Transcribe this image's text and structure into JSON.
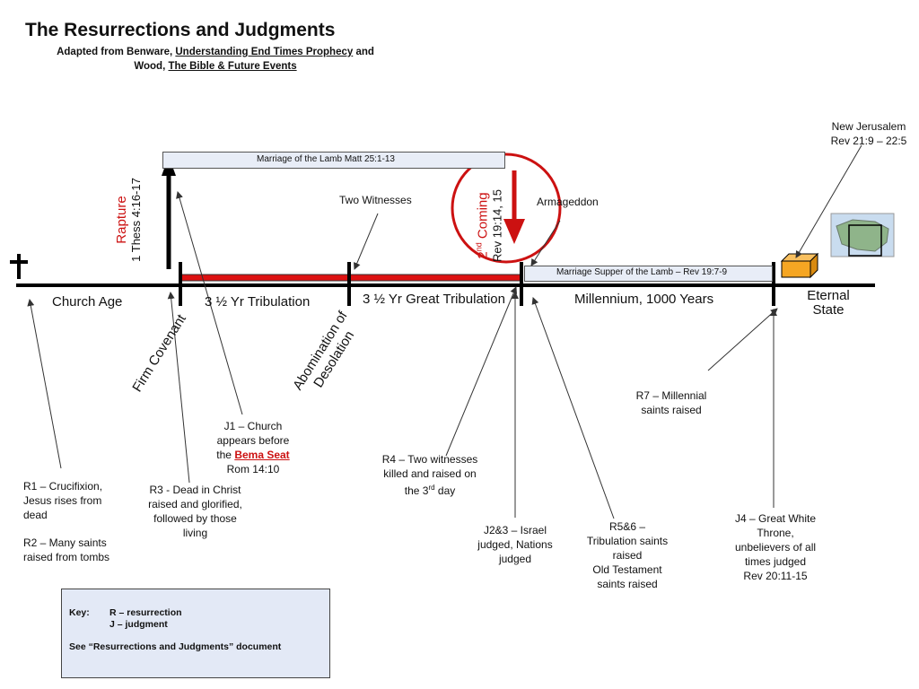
{
  "title": "The Resurrections and Judgments",
  "subtitle": {
    "line1_prefix": "Adapted from Benware, ",
    "line1_book": "Understanding End Times Prophecy",
    "line1_suffix": " and",
    "line2_prefix": "Wood, ",
    "line2_book": "The Bible & Future Events"
  },
  "bars": {
    "marriage_lamb": "Marriage of the Lamb     Matt 25:1-13",
    "marriage_supper": "Marriage Supper of the Lamb – Rev 19:7-9"
  },
  "periods": {
    "church_age": "Church Age",
    "tribulation": "3 ½ Yr Tribulation",
    "great_tribulation": "3 ½ Yr Great Tribulation",
    "millennium": "Millennium, 1000 Years",
    "eternal_state": "Eternal State"
  },
  "events": {
    "rapture": "Rapture",
    "rapture_ref": "1 Thess 4:16-17",
    "second_coming_num": "2",
    "second_coming_sup": "nd",
    "second_coming_word": " Coming",
    "second_coming_ref": "Rev 19:14, 15",
    "two_witnesses": "Two Witnesses",
    "armageddon": "Armageddon",
    "new_jerusalem": "New Jerusalem",
    "new_jerusalem_ref": "Rev 21:9 – 22:5",
    "firm_covenant": "Firm Covenant",
    "abomination_1": "Abomination of",
    "abomination_2": "Desolation"
  },
  "notes": {
    "r1": "R1 – Crucifixion, Jesus rises from dead",
    "r2": "R2 – Many saints raised from tombs",
    "j1_pre": "J1 – Church appears before the ",
    "j1_seat": "Bema Seat",
    "j1_ref": "Rom 14:10",
    "r3": "R3 - Dead in Christ raised and glorified, followed by those living",
    "r4_pre": "R4 – Two witnesses killed and raised on the 3",
    "r4_sup": "rd",
    "r4_post": " day",
    "j23": "J2&3 – Israel judged, Nations judged",
    "r56_1": "R5&6 –",
    "r56_2": "Tribulation saints raised",
    "r56_3": "Old Testament saints raised",
    "r7": "R7 – Millennial saints raised",
    "j4_1": "J4 – Great White Throne,",
    "j4_2": "unbelievers of all times judged",
    "j4_3": "Rev 20:11-15"
  },
  "key": {
    "label": "Key:",
    "r": "R – resurrection",
    "j": "J – judgment",
    "see": "See “Resurrections and Judgments” document"
  },
  "colors": {
    "accent_red": "#cc1111",
    "box_orange": "#f5a623",
    "bar_fill": "#e8edf7"
  }
}
